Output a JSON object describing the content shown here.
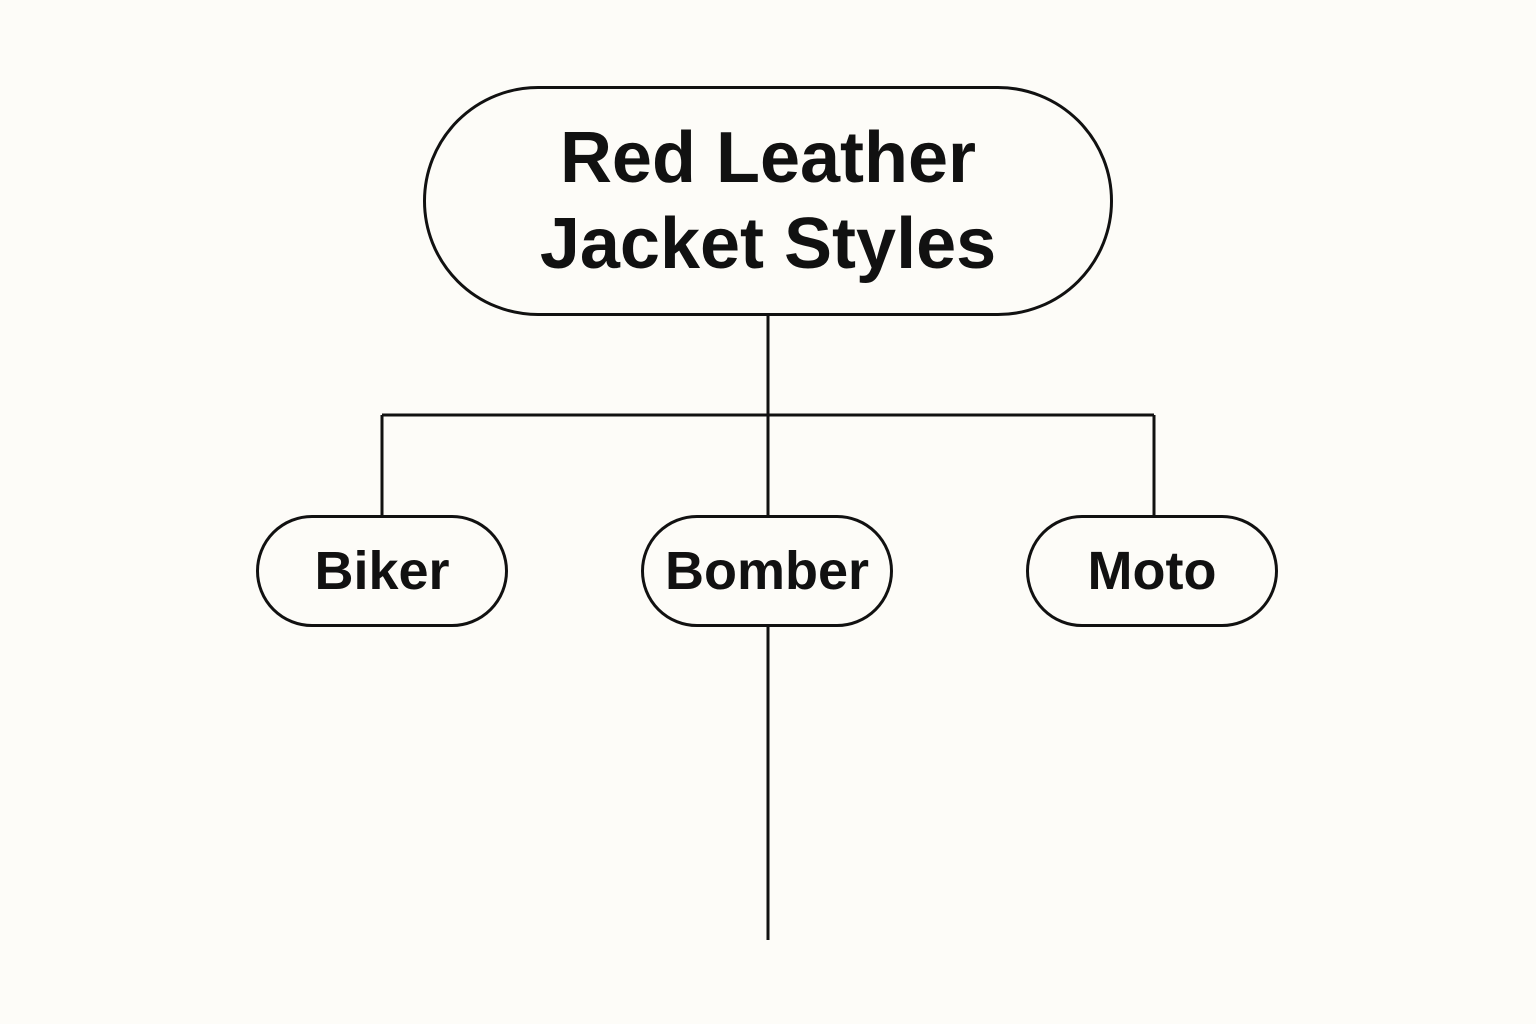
{
  "diagram": {
    "root": {
      "label": "Red Leather\nJacket Styles"
    },
    "children": [
      {
        "label": "Biker"
      },
      {
        "label": "Bomber"
      },
      {
        "label": "Moto"
      }
    ]
  },
  "colors": {
    "background": "#fdfcf8",
    "stroke": "#111111",
    "text": "#111111"
  }
}
